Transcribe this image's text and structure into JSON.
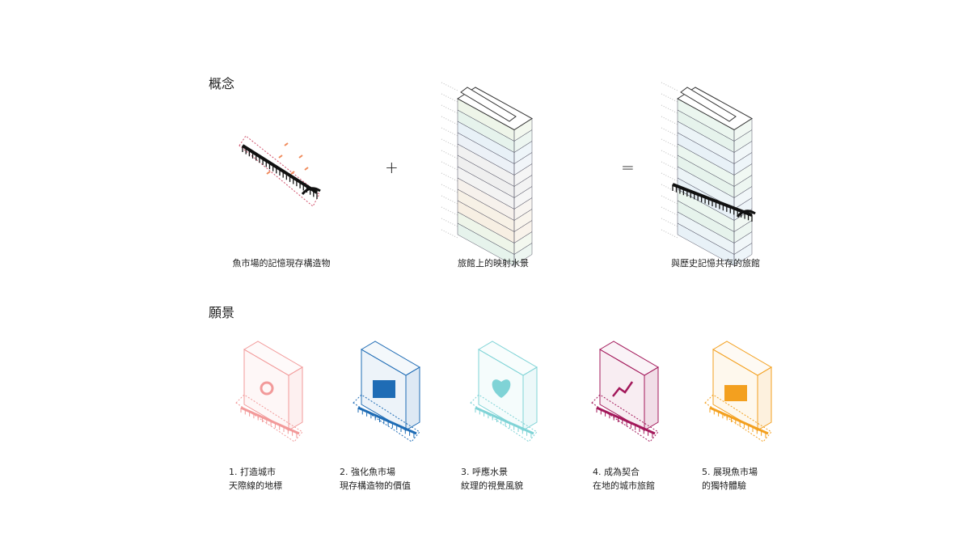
{
  "concept": {
    "heading": "概念",
    "plus": "+",
    "equals": "=",
    "captions": [
      "魚市場的記憶現存構造物",
      "旅館上的映射水景",
      "與歷史記憶共存的旅館"
    ]
  },
  "vision": {
    "heading": "願景",
    "items": [
      {
        "line1": "1. 打造城市",
        "line2": "天際線的地標",
        "color": "#f29a9a",
        "icon": "location-pin-icon"
      },
      {
        "line1": "2. 強化魚市場",
        "line2": "現存構造物的價值",
        "color": "#1f6cb5",
        "icon": "museum-building-icon"
      },
      {
        "line1": "3. 呼應水景",
        "line2": "紋理的視覺風貌",
        "color": "#7fd3d6",
        "icon": "tree-heart-icon"
      },
      {
        "line1": "4. 成為契合",
        "line2": "在地的城市旅館",
        "color": "#a3195b",
        "icon": "growth-chart-icon"
      },
      {
        "line1": "5. 展現魚市場",
        "line2": "的獨特體驗",
        "color": "#f3a01f",
        "icon": "city-buildings-icon"
      }
    ]
  }
}
